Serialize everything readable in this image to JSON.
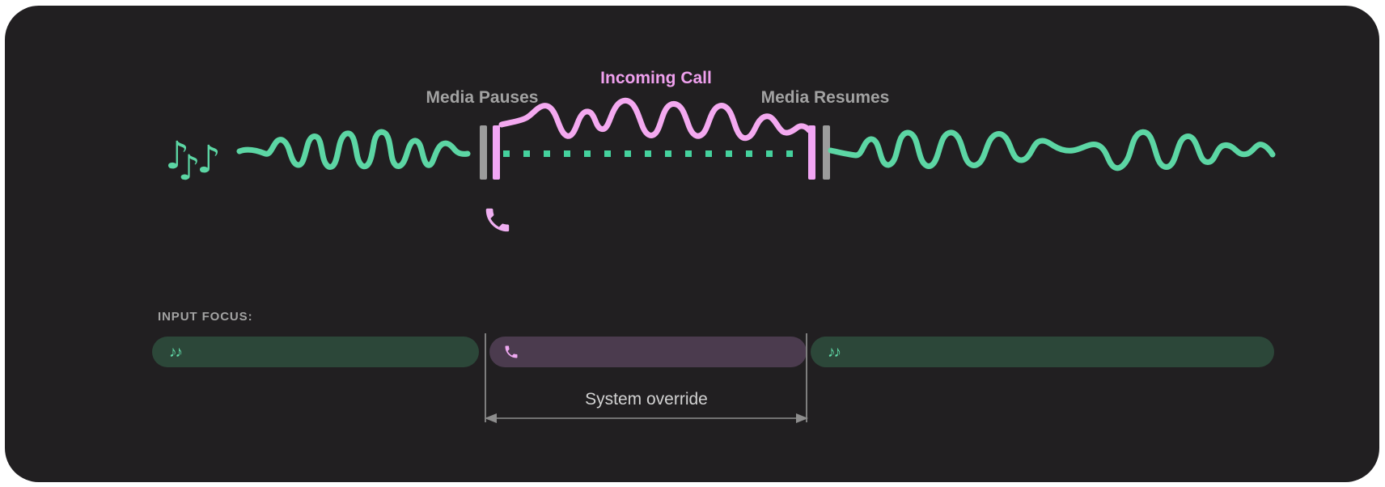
{
  "labels": {
    "media_pauses": "Media Pauses",
    "incoming_call": "Incoming Call",
    "media_resumes": "Media Resumes"
  },
  "input_focus": {
    "heading": "INPUT FOCUS:",
    "annotation": "System override",
    "segments": [
      {
        "name": "media-before-call",
        "icon": "music-notes-icon"
      },
      {
        "name": "call-override",
        "icon": "phone-icon"
      },
      {
        "name": "media-after-call",
        "icon": "music-notes-icon"
      }
    ]
  },
  "icons": {
    "note_glyph": "♪",
    "music_pill_glyph": "♪♪"
  },
  "colors": {
    "panel_background": "#211f21",
    "media_green": "#5cd6a4",
    "call_pink": "#f4a9f0",
    "muted_dot_green": "#45d19d",
    "marker_gray": "#9c9c9c",
    "label_gray": "#a2a2a2",
    "incoming_call_pink": "#efa0ee",
    "annotation_gray": "#d2d2d2",
    "arrow_gray": "#8d8d8d",
    "pill_green": "#2c4739",
    "pill_purple": "#4b3b4e"
  }
}
